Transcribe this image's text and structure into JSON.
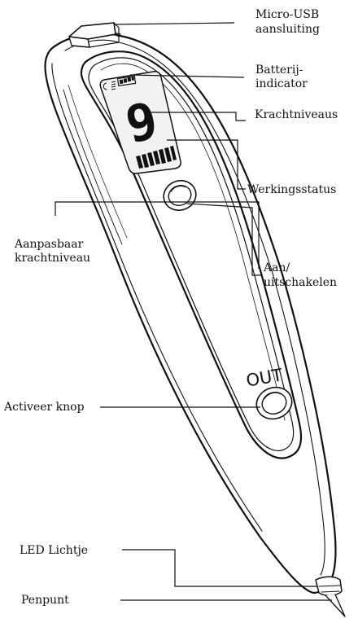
{
  "labels": {
    "micro_usb": [
      "Micro-USB",
      "aansluiting"
    ],
    "battery": [
      "Batterij-",
      "indicator"
    ],
    "power_levels": [
      "Krachtniveaus"
    ],
    "working_status": [
      "Werkingsstatus"
    ],
    "adjustable_power": [
      "Aanpasbaar",
      "krachtniveau"
    ],
    "on_off": [
      "Aan/",
      "uitschakelen"
    ],
    "activate_button": [
      "Activeer knop"
    ],
    "led_light": [
      "LED Lichtje"
    ],
    "pen_tip": [
      "Penpunt"
    ]
  },
  "display": {
    "digit": "9",
    "button_label": "OUT"
  },
  "colors": {
    "ink": "#111111",
    "screen_bg": "#f2f2f2",
    "body_fill": "#ffffff"
  }
}
